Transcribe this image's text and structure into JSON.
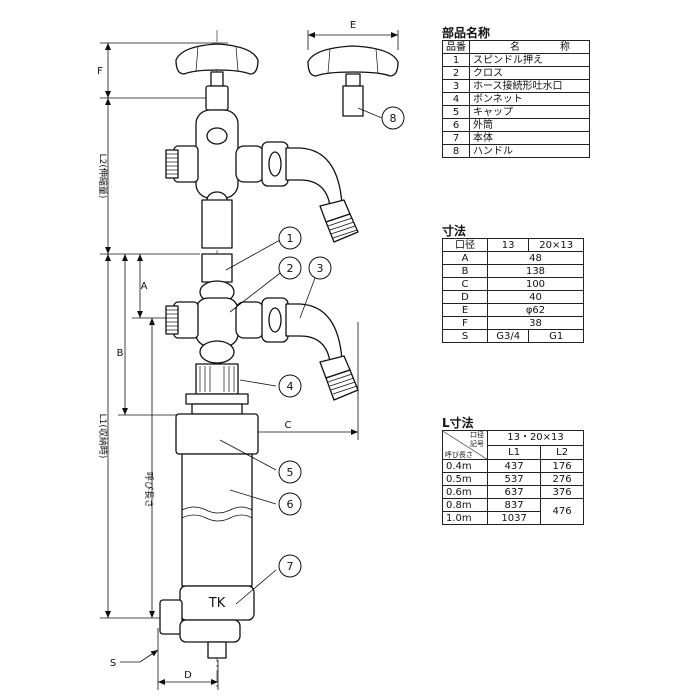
{
  "drawing": {
    "dims": {
      "E": "E",
      "F": "F",
      "L2": "L2(伸縮量)",
      "A": "A",
      "B": "B",
      "C": "C",
      "L1": "L1(収納時)",
      "yobi": "呼び長さ",
      "S": "S",
      "D": "D"
    },
    "balloons": [
      "1",
      "2",
      "3",
      "4",
      "5",
      "6",
      "7",
      "8"
    ],
    "brand": "TK"
  },
  "parts": {
    "title": "部品名称",
    "headers": [
      "品番",
      "名",
      "称"
    ],
    "rows": [
      {
        "no": "1",
        "name": "スピンドル押え"
      },
      {
        "no": "2",
        "name": "クロス"
      },
      {
        "no": "3",
        "name": "ホース接続形吐水口"
      },
      {
        "no": "4",
        "name": "ボンネット"
      },
      {
        "no": "5",
        "name": "キャップ"
      },
      {
        "no": "6",
        "name": "外筒"
      },
      {
        "no": "7",
        "name": "本体"
      },
      {
        "no": "8",
        "name": "ハンドル"
      }
    ]
  },
  "dims_table": {
    "title": "寸法",
    "headers": [
      "口径",
      "13",
      "20×13"
    ],
    "rows": [
      {
        "label": "A",
        "value": "48"
      },
      {
        "label": "B",
        "value": "138"
      },
      {
        "label": "C",
        "value": "100"
      },
      {
        "label": "D",
        "value": "40"
      },
      {
        "label": "E",
        "value": "φ62"
      },
      {
        "label": "F",
        "value": "38"
      }
    ],
    "s_row": {
      "label": "S",
      "v13": "G3/4",
      "v20": "G1"
    }
  },
  "l_table": {
    "title": "L寸法",
    "corner_top": "口径",
    "corner_mid": "記号",
    "corner_bottom": "呼び長さ",
    "caliber": "13・20×13",
    "col_l1": "L1",
    "col_l2": "L2",
    "rows": [
      {
        "len": "0.4m",
        "l1": "437",
        "l2": "176"
      },
      {
        "len": "0.5m",
        "l1": "537",
        "l2": "276"
      },
      {
        "len": "0.6m",
        "l1": "637",
        "l2": "376"
      },
      {
        "len": "0.8m",
        "l1": "837"
      },
      {
        "len": "1.0m",
        "l1": "1037"
      }
    ],
    "merged_l2": "476"
  }
}
